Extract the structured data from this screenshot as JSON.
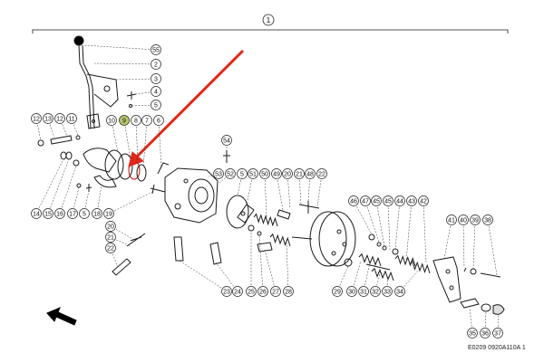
{
  "diagram": {
    "title_callout": "1",
    "reference_code": "E0209 0920A110A 1",
    "highlight_color": "#b9c76b",
    "arrow_color": "#e0271b",
    "callouts": [
      {
        "id": "55",
        "label": "55"
      },
      {
        "id": "2",
        "label": "2"
      },
      {
        "id": "3",
        "label": "3"
      },
      {
        "id": "4",
        "label": "4"
      },
      {
        "id": "5a",
        "label": "5"
      },
      {
        "id": "10",
        "label": "10"
      },
      {
        "id": "9",
        "label": "9",
        "highlighted": true
      },
      {
        "id": "8",
        "label": "8"
      },
      {
        "id": "7",
        "label": "7"
      },
      {
        "id": "6",
        "label": "6"
      },
      {
        "id": "12a",
        "label": "12"
      },
      {
        "id": "13",
        "label": "13"
      },
      {
        "id": "12b",
        "label": "12"
      },
      {
        "id": "11",
        "label": "11"
      },
      {
        "id": "54",
        "label": "54"
      },
      {
        "id": "53",
        "label": "53"
      },
      {
        "id": "52",
        "label": "52"
      },
      {
        "id": "5b",
        "label": "5"
      },
      {
        "id": "51",
        "label": "51"
      },
      {
        "id": "50",
        "label": "50"
      },
      {
        "id": "49",
        "label": "49"
      },
      {
        "id": "20a",
        "label": "20"
      },
      {
        "id": "21a",
        "label": "21"
      },
      {
        "id": "48",
        "label": "48"
      },
      {
        "id": "22a",
        "label": "22"
      },
      {
        "id": "46",
        "label": "46"
      },
      {
        "id": "47",
        "label": "47"
      },
      {
        "id": "45a",
        "label": "45"
      },
      {
        "id": "45b",
        "label": "45"
      },
      {
        "id": "44",
        "label": "44"
      },
      {
        "id": "43",
        "label": "43"
      },
      {
        "id": "42",
        "label": "42"
      },
      {
        "id": "41",
        "label": "41"
      },
      {
        "id": "40",
        "label": "40"
      },
      {
        "id": "39",
        "label": "39"
      },
      {
        "id": "38",
        "label": "38"
      },
      {
        "id": "14",
        "label": "14"
      },
      {
        "id": "15",
        "label": "15"
      },
      {
        "id": "16",
        "label": "16"
      },
      {
        "id": "17",
        "label": "17"
      },
      {
        "id": "5c",
        "label": "5"
      },
      {
        "id": "18",
        "label": "18"
      },
      {
        "id": "19",
        "label": "19"
      },
      {
        "id": "20b",
        "label": "20"
      },
      {
        "id": "21b",
        "label": "21"
      },
      {
        "id": "22b",
        "label": "22"
      },
      {
        "id": "23",
        "label": "23"
      },
      {
        "id": "24",
        "label": "24"
      },
      {
        "id": "25",
        "label": "25"
      },
      {
        "id": "26",
        "label": "26"
      },
      {
        "id": "27",
        "label": "27"
      },
      {
        "id": "28",
        "label": "28"
      },
      {
        "id": "29",
        "label": "29"
      },
      {
        "id": "30",
        "label": "30"
      },
      {
        "id": "31",
        "label": "31"
      },
      {
        "id": "32",
        "label": "32"
      },
      {
        "id": "33",
        "label": "33"
      },
      {
        "id": "34",
        "label": "34"
      },
      {
        "id": "35",
        "label": "35"
      },
      {
        "id": "36",
        "label": "36"
      },
      {
        "id": "37",
        "label": "37"
      }
    ]
  }
}
